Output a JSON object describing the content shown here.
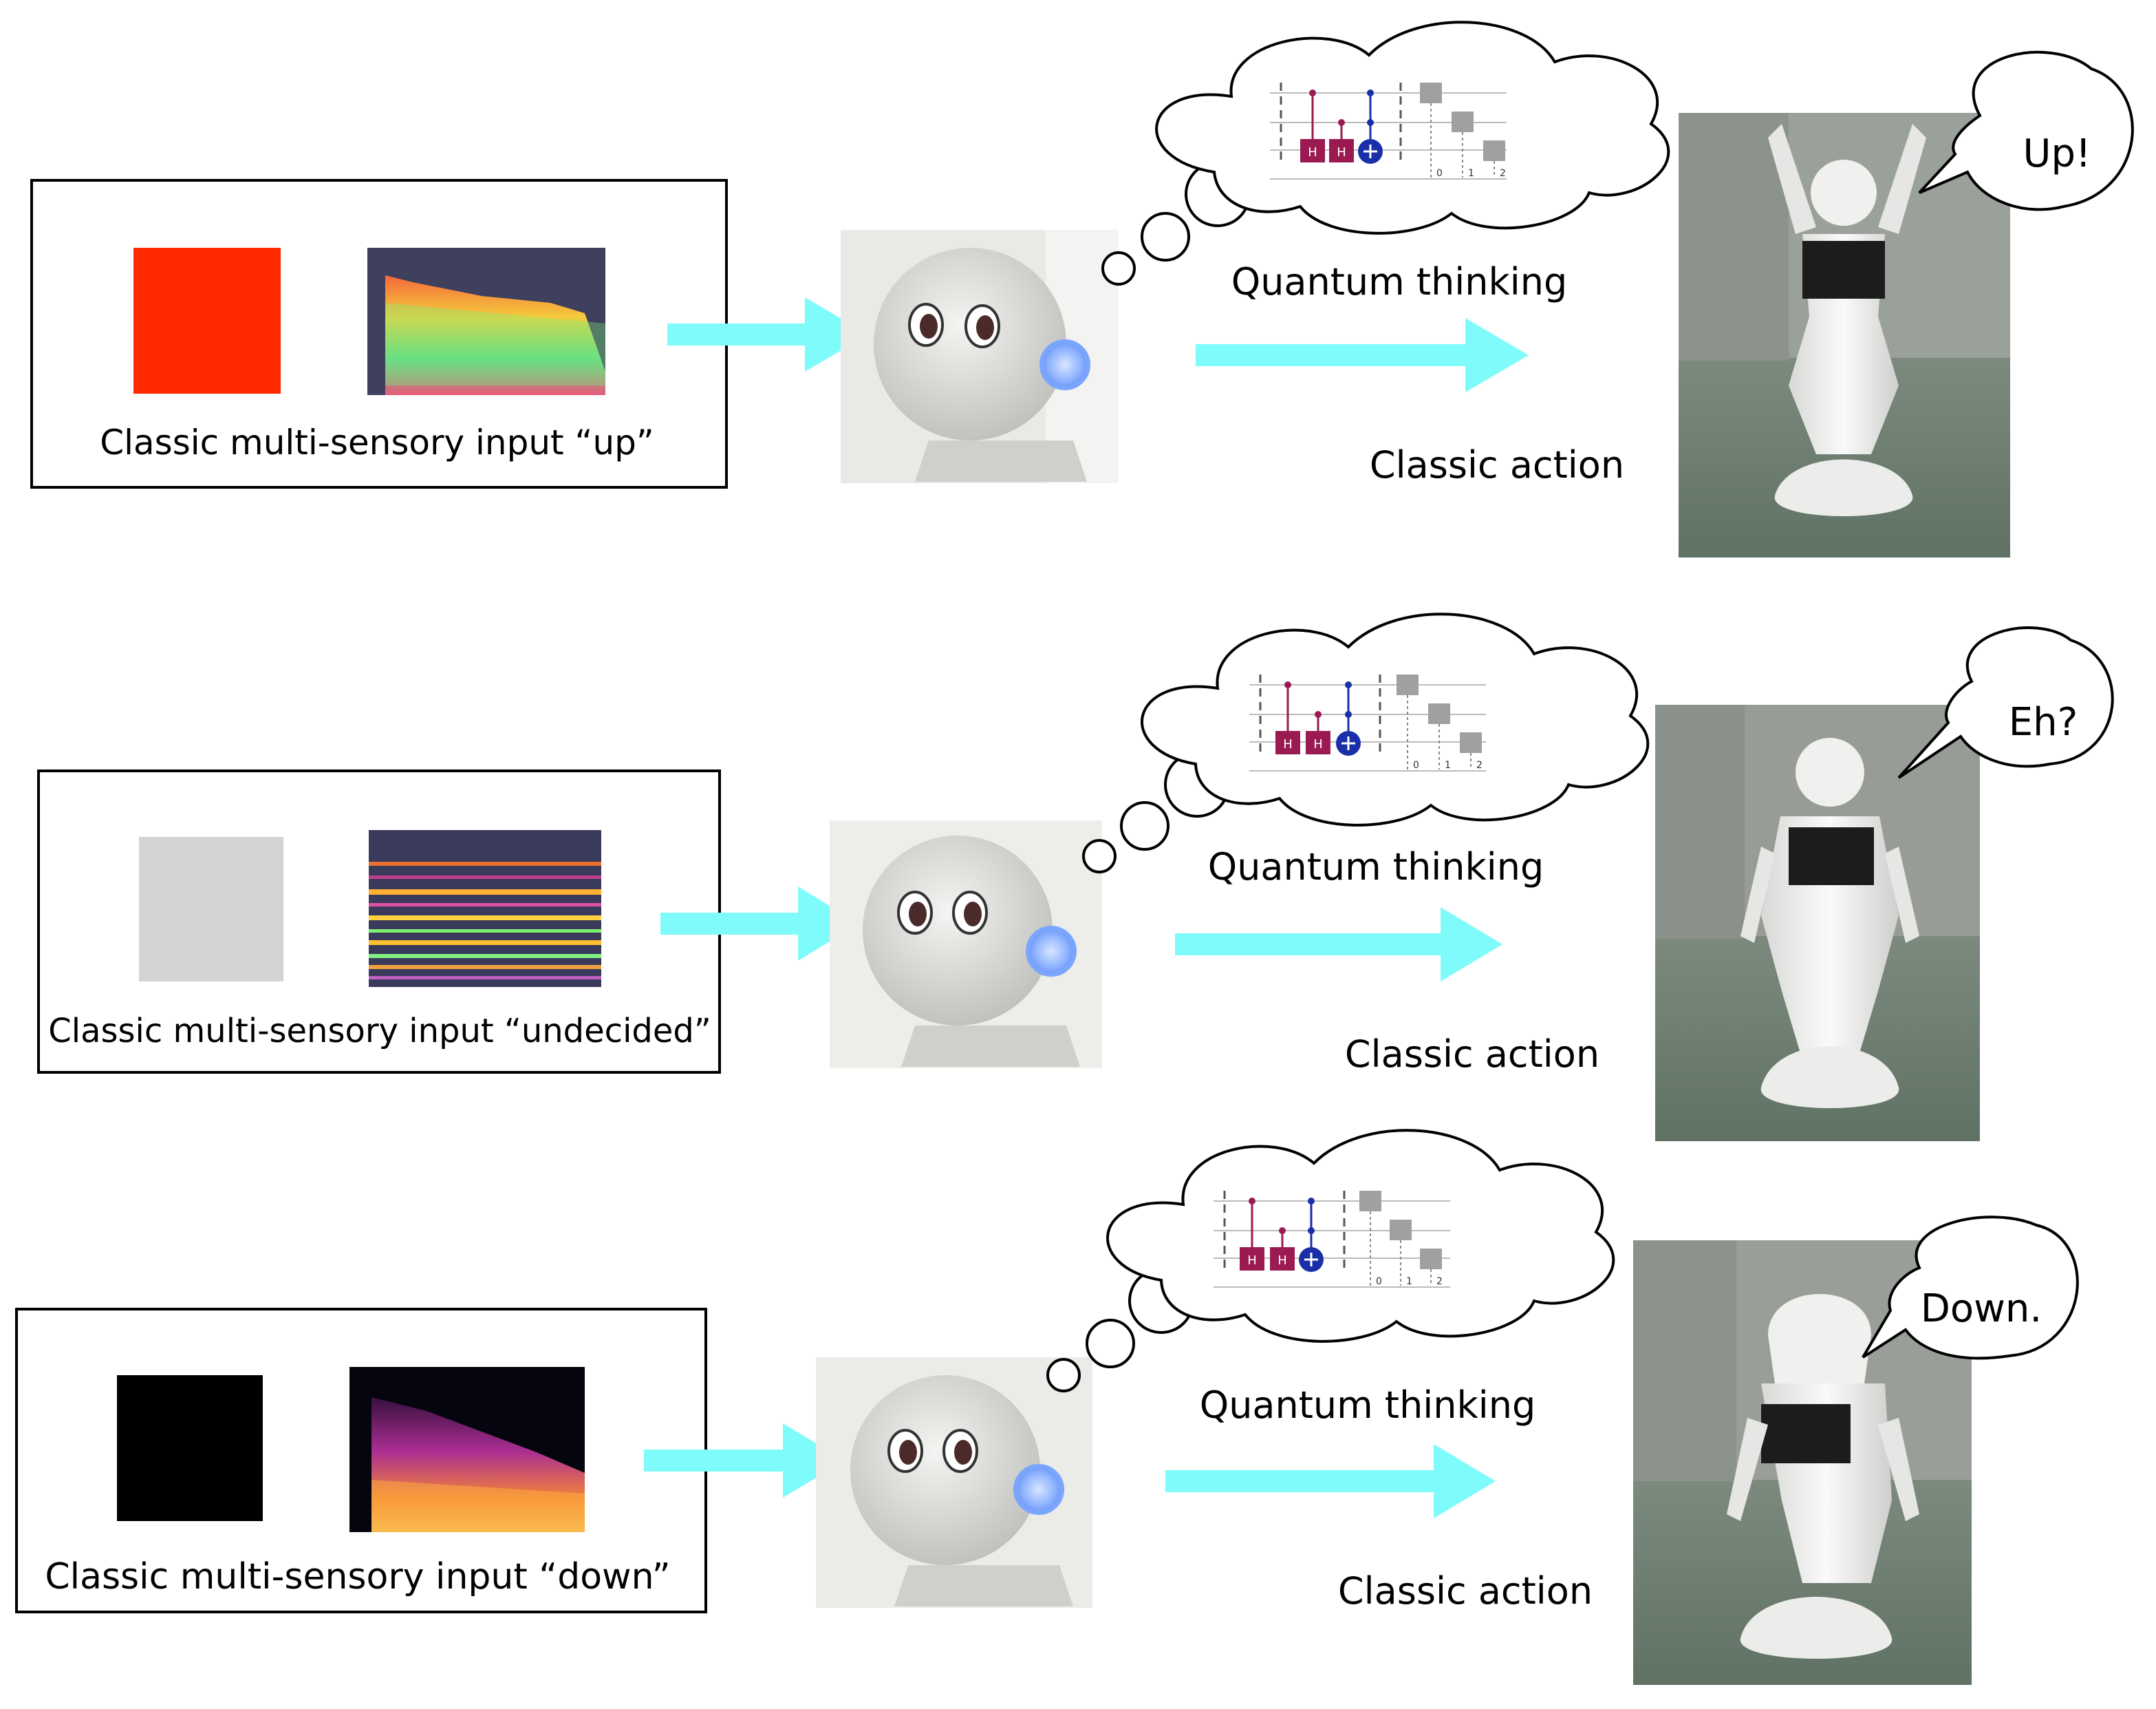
{
  "rows": [
    {
      "input_label": "Classic multi-sensory input “up”",
      "thinking_label": "Quantum thinking",
      "action_label": "Classic action",
      "speech": "Up!",
      "color_swatch": "#ff2a00",
      "spectrogram_style": "bright"
    },
    {
      "input_label": "Classic multi-sensory input “undecided”",
      "thinking_label": "Quantum thinking",
      "action_label": "Classic action",
      "speech": "Eh?",
      "color_swatch": "#d4d4d4",
      "spectrogram_style": "banded"
    },
    {
      "input_label": "Classic multi-sensory input “down”",
      "thinking_label": "Quantum thinking",
      "action_label": "Classic action",
      "speech": "Down.",
      "color_swatch": "#000000",
      "spectrogram_style": "dark"
    }
  ],
  "circuit": {
    "gate_h": "H",
    "qubit_labels": [
      "0",
      "1",
      "2"
    ]
  },
  "colors": {
    "arrow": "#7ffbfb",
    "gate_h": "#9b1a52",
    "gate_cx": "#1a2ea8",
    "measure": "#a0a0a0"
  },
  "icons": [
    "robot-head-image",
    "robot-pose-image",
    "measurement-icon",
    "hadamard-gate-icon",
    "cnot-target-icon"
  ]
}
